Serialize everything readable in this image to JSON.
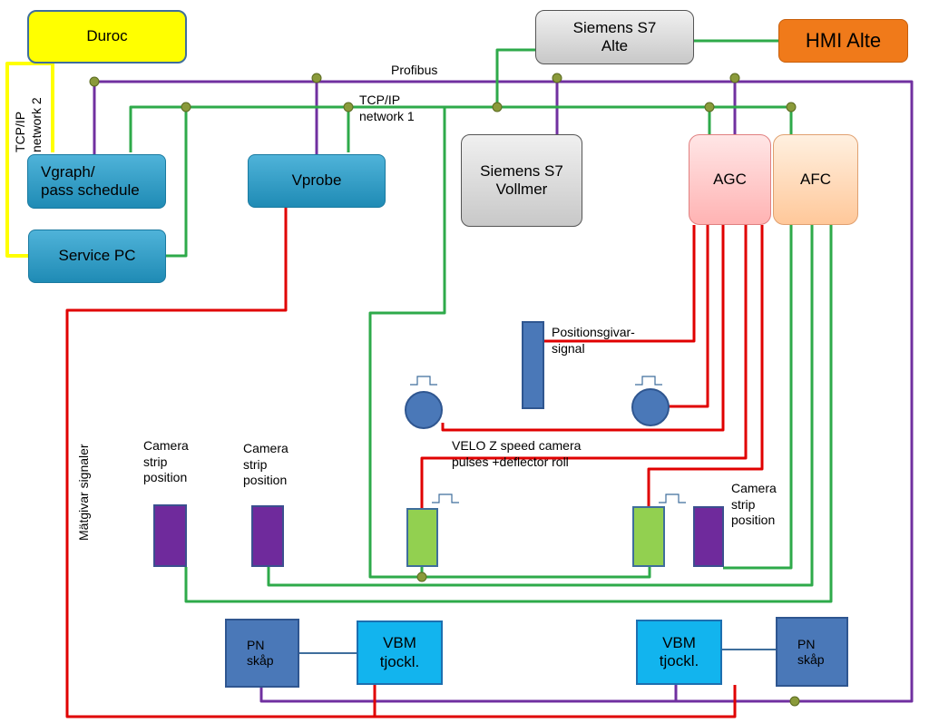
{
  "nodes": {
    "duroc": "Duroc",
    "siemens_alte": "Siemens S7\nAlte",
    "hmi_alte": "HMI Alte",
    "vgraph": "Vgraph/\npass schedule",
    "service_pc": "Service PC",
    "vprobe": "Vprobe",
    "siemens_vollmer": "Siemens S7\nVollmer",
    "agc": "AGC",
    "afc": "AFC",
    "pn_left": "PN\nskåp",
    "vbm_left": "VBM\ntjockl.",
    "vbm_right": "VBM\ntjockl.",
    "pn_right": "PN\nskåp"
  },
  "labels": {
    "profibus": "Profibus",
    "tcpip_network1": "TCP/IP\nnetwork 1",
    "tcpip_network2": "TCP/IP\nnetwork 2",
    "positionsgivar": "Positionsgivar-\nsignal",
    "velo": "VELO Z speed camera\npulses +deflector roll",
    "camera1": "Camera\nstrip\nposition",
    "camera2": "Camera\nstrip\nposition",
    "camera3": "Camera\nstrip\nposition",
    "matgivar": "Mätgivar signaler"
  },
  "colors": {
    "profibus": "#7030a0",
    "tcpip": "#2eaa4a",
    "signal": "#e00000",
    "network2": "#ffff00",
    "pn_link": "#3f6e9c",
    "junction": "#8a9a3a"
  }
}
